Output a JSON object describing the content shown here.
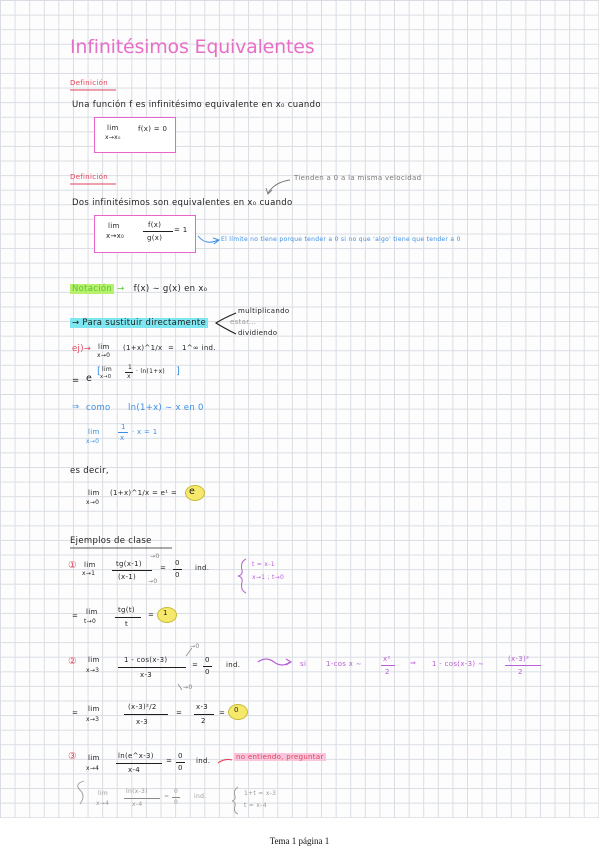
{
  "title": "Infinitésimos Equivalentes",
  "def1": {
    "heading": "Definición",
    "text": "Una función f es infinitésimo equivalente en  x₀  cuando",
    "box_lim": "lim",
    "box_sub": "x→x₀",
    "box_expr": "f(x) = 0"
  },
  "def2": {
    "heading": "Definición",
    "text": "Dos  infinitésimos  son  equivalentes  en  x₀  cuando",
    "note": "Tienden  a  0  a  la  misma  velocidad",
    "box_lim": "lim",
    "box_sub": "x→x₀",
    "box_num": "f(x)",
    "box_den": "g(x)",
    "box_eq": "= 1",
    "side_note": "El límite no tiene porque tender a 0 si no que 'algo' tiene que tender a 0"
  },
  "notation": {
    "label": "Notación",
    "arrow": "→",
    "expr": "f(x) ∼ g(x)  en  x₀"
  },
  "substitute": {
    "label": "→ Para  sustituir  directamente",
    "opt1": "multiplicando",
    "opt2": "estar...",
    "opt3": "dividiendo"
  },
  "example_ej": {
    "label": "ej)→",
    "lim": "lim",
    "sub": "x→0",
    "expr": "(1+x)^1/x",
    "eq": "=",
    "res": "1^∞  ind.",
    "step_eq": "=",
    "step_e": "e",
    "step_exp_lim": "lim",
    "step_exp_sub": "x→0",
    "step_exp_num": "1",
    "step_exp_den": "x",
    "step_exp_rest": "· ln(1+x)",
    "como_arrow": "⇒",
    "como_text": "como",
    "como_expr": "ln(1+x) ∼ x   en  0",
    "lim2": "lim",
    "sub2": "x→0",
    "num2": "1",
    "den2": "x",
    "rest2": "· x  =  1",
    "es_decir": "es  decir,",
    "lim3": "lim",
    "sub3": "x→0",
    "expr3": "(1+x)^1/x  =  e¹  =",
    "res3": "e"
  },
  "examples": {
    "heading": "Ejemplos  de  clase",
    "ex1": {
      "num": "①",
      "lim": "lim",
      "sub": "x→1",
      "numer": "tg(x-1)",
      "denom": "(x-1)",
      "ann_top": "→0",
      "ann_bot": "→0",
      "frac_num": "0",
      "frac_den": "0",
      "eq": "=",
      "ind": "ind.",
      "sub_note1": "t = x-1",
      "sub_note2": "x→1 ; t→0",
      "step_eq": "=",
      "step_lim": "lim",
      "step_sub": "t→0",
      "step_num": "tg(t)",
      "step_den": "t",
      "step_res": "= 1",
      "step_res_val": "1"
    },
    "ex2": {
      "num": "②",
      "lim": "lim",
      "sub": "x→3",
      "numer": "1 - cos(x-3)",
      "denom": "x-3",
      "ann_top": "→0",
      "ann_bot": "→0",
      "eq": "=",
      "frac_num": "0",
      "frac_den": "0",
      "ind": "ind.",
      "si_label": "si",
      "si_expr": "1-cos x  ∼",
      "si_num": "x²",
      "si_den": "2",
      "then_arrow": "⇒",
      "then_expr": "1 - cos(x-3)  ∼",
      "then_num": "(x-3)²",
      "then_den": "2",
      "step_eq": "=",
      "step_lim": "lim",
      "step_sub": "x→3",
      "step_num": "(x-3)²/2",
      "step_den": "x-3",
      "step_eq2": "=",
      "step_num2": "x-3",
      "step_den2": "2",
      "step_eq3": "=",
      "step_res": "0"
    },
    "ex3": {
      "num": "③",
      "lim": "lim",
      "sub": "x→4",
      "numer": "ln(e^x-3)",
      "denom": "x-4",
      "eq": "=",
      "frac_num": "0",
      "frac_den": "0",
      "ind": "ind.",
      "note": "no  entiendo,  preguntar",
      "g_lim": "lim",
      "g_sub": "x→4",
      "g_num": "ln(x-3)",
      "g_den": "x-4",
      "g_eq": "=",
      "g_frac_num": "0",
      "g_frac_den": "0",
      "g_ind": "ind.",
      "g_note1": "1+t = x-3",
      "g_note2": "t = x-4"
    }
  },
  "footer": "Tema 1 página 1",
  "colors": {
    "title": "#e86fc8",
    "heading": "#e2445c",
    "box": "#e466c8",
    "blue_note": "#3b8fe9",
    "purple_note": "#b65fd6",
    "highlight_green": "#b7f06a",
    "highlight_cyan": "#7ee6f0",
    "highlight_yellow": "#f6e86a"
  }
}
